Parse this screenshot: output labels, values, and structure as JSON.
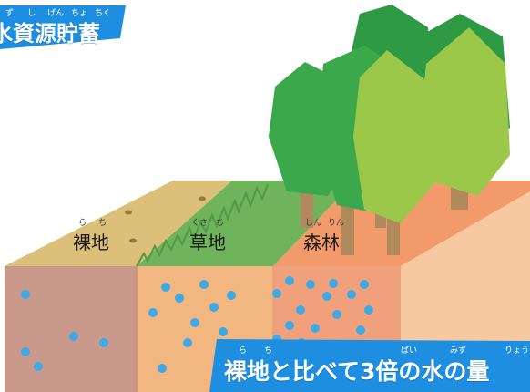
{
  "title_badge": {
    "ruby": [
      "ず",
      "し",
      "げん",
      "ちょ",
      "ちく"
    ],
    "text": "水資源貯蓄",
    "color": "#1e8fe0"
  },
  "bottom_badge": {
    "ruby": [
      "ら",
      "ち",
      "ばい",
      "みず",
      "りょう"
    ],
    "text": "裸地と比べて3倍の水の量",
    "color": "#1e8fe0"
  },
  "terrain_labels": [
    {
      "text": "裸地",
      "ruby": [
        "ら",
        "ち"
      ]
    },
    {
      "text": "草地",
      "ruby": [
        "くさ",
        "ち"
      ]
    },
    {
      "text": "森林",
      "ruby": [
        "しん",
        "りん"
      ]
    }
  ],
  "colors": {
    "bare_top": "#dcc07a",
    "bare_side": "#c9998c",
    "grass_top": "#6fb35a",
    "grass_side": "#f2b780",
    "forest_top": "#f39a6a",
    "forest_side": "#f0a07a",
    "end_face": "#f7c9a0",
    "water_drop": "#3fa9e6",
    "tree_dark": "#2e9a44",
    "tree_mid": "#3aa84b",
    "tree_light": "#9cc84a",
    "trunk": "#b08a5c"
  }
}
